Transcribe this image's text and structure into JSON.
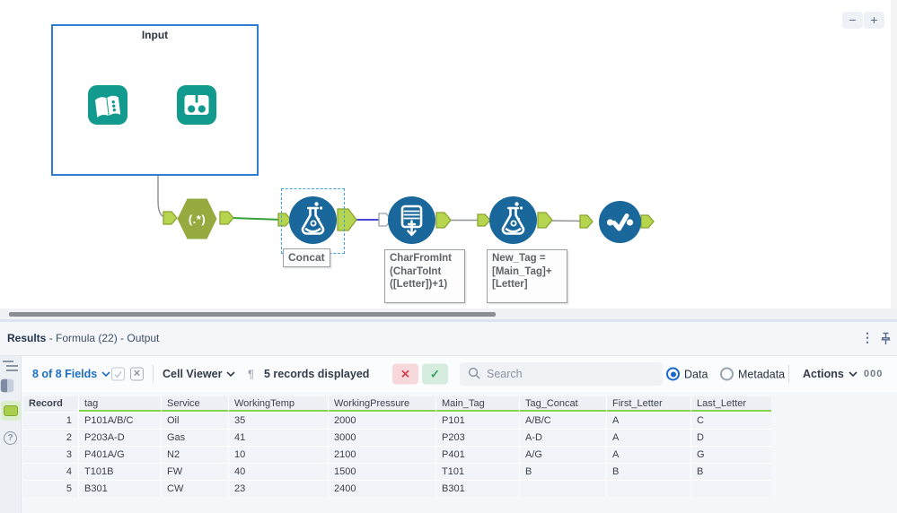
{
  "canvas": {
    "zoom_controls": {
      "minus": "−",
      "plus": "+"
    },
    "container": {
      "label": "Input"
    },
    "regex_tool": {
      "label": "(.*)"
    },
    "annotations": {
      "concat": "Concat",
      "charfromint_lines": [
        "CharFromInt",
        "(CharToInt",
        "([Letter])+1)"
      ],
      "newtag_lines": [
        "New_Tag =",
        "[Main_Tag]+",
        "[Letter]"
      ]
    }
  },
  "results": {
    "header": {
      "title": "Results",
      "subtitle": " - Formula (22) - Output",
      "kebab": "⋮"
    },
    "toolbar": {
      "fields_label": "8 of 8 Fields",
      "cell_viewer_label": "Cell Viewer",
      "records_label": "5 records displayed",
      "pilcrow": "¶",
      "clear_glyph": "✕",
      "accept_glyph": "✓",
      "search_placeholder": "Search",
      "data_label": "Data",
      "metadata_label": "Metadata",
      "actions_label": "Actions",
      "overflow_label": "000"
    },
    "sidebar": {
      "help_glyph": "?"
    },
    "table": {
      "columns": [
        "Record",
        "tag",
        "Service",
        "WorkingTemp",
        "WorkingPressure",
        "Main_Tag",
        "Tag_Concat",
        "First_Letter",
        "Last_Letter"
      ],
      "rows": [
        [
          "1",
          "P101A/B/C",
          "Oil",
          "35",
          "2000",
          "P101",
          "A/B/C",
          "A",
          "C"
        ],
        [
          "2",
          "P203A-D",
          "Gas",
          "41",
          "3000",
          "P203",
          "A-D",
          "A",
          "D"
        ],
        [
          "3",
          "P401A/G",
          "N2",
          "10",
          "2100",
          "P401",
          "A/G",
          "A",
          "G"
        ],
        [
          "4",
          "T101B",
          "FW",
          "40",
          "1500",
          "T101",
          "B",
          "B",
          "B"
        ],
        [
          "5",
          "B301",
          "CW",
          "23",
          "2400",
          "B301",
          "",
          "",
          ""
        ]
      ]
    }
  },
  "colors": {
    "tool_teal": "#119a8d",
    "tool_blue": "#1a689b",
    "tool_olive": "#96aa40",
    "anchor_lime": "#b6d44e",
    "wire_green": "#35a13a",
    "wire_blue": "#4a4ad6",
    "header_underline_green": "#82d44e",
    "container_border_blue": "#2d7dd2",
    "selection_dash_blue": "#3da0e8",
    "link_blue": "#1c6fc4"
  }
}
